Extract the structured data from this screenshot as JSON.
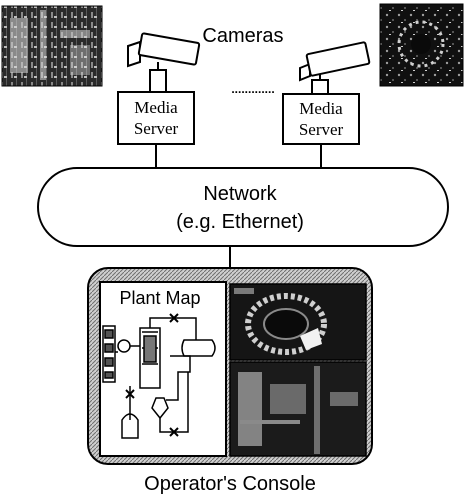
{
  "diagram": {
    "cameras_label": "Cameras",
    "ellipsis": ".............",
    "media_server_left": {
      "line1": "Media",
      "line2": "Server"
    },
    "media_server_right": {
      "line1": "Media",
      "line2": "Server"
    },
    "network": {
      "line1": "Network",
      "line2": "(e.g. Ethernet)"
    },
    "plant_map_label": "Plant Map",
    "console_label": "Operator's Console"
  },
  "colors": {
    "stroke": "#000000",
    "background": "#ffffff",
    "console_hatch": "#9a9a9a",
    "photo_dark": "#1a1a1a"
  }
}
